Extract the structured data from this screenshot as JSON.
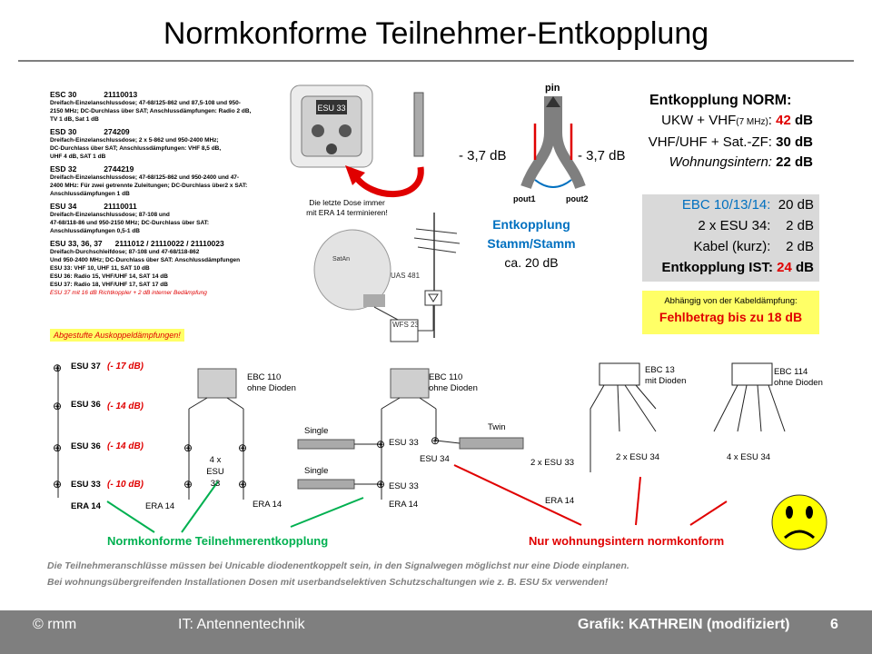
{
  "title": "Normkonforme Teilnehmer-Entkopplung",
  "specs": [
    {
      "name": "ESC 30",
      "code": "21110013",
      "lines": [
        "Dreifach-Einzelanschlussdose; 47-68/125-862 und 87,5-108 und 950-",
        "2150 MHz; DC-Durchlass über SAT; Anschlussdämpfungen: Radio 2 dB,",
        "TV 1 dB, Sat 1 dB"
      ]
    },
    {
      "name": "ESD 30",
      "code": "274209",
      "lines": [
        "Dreifach-Einzelanschlussdose;  2 x 5-862 und 950-2400 MHz;",
        "DC-Durchlass über SAT; Anschlussdämpfungen:  VHF 8,5 dB,",
        "UHF 4 dB, SAT 1 dB"
      ]
    },
    {
      "name": "ESD 32",
      "code": "2744219",
      "lines": [
        "Dreifach-Einzelanschlussdose; 47-68/125-862 und 950-2400 und 47-",
        "2400 MHz: Für zwei getrennte Zuleitungen; DC-Durchlass über2 x SAT:",
        "Anschlussdämpfungen  1 dB"
      ]
    },
    {
      "name": "ESU 34",
      "code": "21110011",
      "lines": [
        "Dreifach-Einzelanschlussdose;  87-108 und",
        "47-68/118-86 und 950-2150 MHz; DC-Durchlass über SAT:",
        "Anschlussdämpfungen 0,5-1 dB"
      ]
    }
  ],
  "spec_esu": {
    "name": "ESU 33, 36, 37",
    "code": "2111012 / 21110022 / 21110023",
    "lines": [
      "Dreifach-Durchschleifdose;  87-108 und 47-68/118-862",
      "Und 950-2400 MHz; DC-Durchlass über SAT: Anschlussdämpfungen",
      "ESU 33: VHF 10, UHF 11, SAT 10 dB",
      "ESU 36: Radio 15, VHF/UHF 14, SAT 14 dB",
      "ESU 37: Radio 18, VHF/UHF 17, SAT 17 dB"
    ],
    "note": "ESU 37 mit 16 dB Richtkoppler  + 2 dB interner Bedämpfung"
  },
  "abgestuft": "Abgestufte Auskoppeldämpfungen!",
  "dose_note": [
    "Die letzte Dose immer",
    "mit ERA 14  terminieren!"
  ],
  "dose_label": "ESU 33",
  "uas_label": "UAS 481",
  "wfs_label": "WFS 23",
  "sat_brand": "SatAn",
  "p_in": "pin",
  "p_out1": "pout1",
  "p_out2": "pout2",
  "split_left": "- 3,7 dB",
  "split_right": "- 3,7 dB",
  "stamm": [
    "Entkopplung",
    "Stamm/Stamm",
    "ca. 20 dB"
  ],
  "norm": {
    "title": "Entkopplung NORM:",
    "ukw_label": "UKW + VHF",
    "ukw_sub": "(7 MHz)",
    "ukw_value": "42",
    "vhf_label": "VHF/UHF + Sat.-ZF:",
    "vhf_value": "30 dB",
    "wohn_label": "Wohnungsintern:",
    "wohn_value": "22 dB",
    "unit": "dB"
  },
  "ist": {
    "rows": [
      {
        "label": "EBC 10/13/14:",
        "value": "20 dB"
      },
      {
        "label": "2 x ESU 34:",
        "value": "2 dB"
      },
      {
        "label": "Kabel (kurz):",
        "value": "2 dB"
      }
    ],
    "total_label": "Entkopplung IST:",
    "total_value": "24",
    "unit": "dB"
  },
  "fehl": {
    "small": "Abhängig von der Kabeldämpfung:",
    "big": "Fehlbetrag bis zu 18 dB"
  },
  "chain": [
    {
      "label": "ESU 37",
      "loss": "(- 17 dB)"
    },
    {
      "label": "ESU 36",
      "loss": "(- 14 dB)"
    },
    {
      "label": "ESU 36",
      "loss": "(- 14 dB)"
    },
    {
      "label": "ESU 33",
      "loss": "(- 10 dB)"
    }
  ],
  "era": "ERA 14",
  "ebc110": [
    "EBC 110",
    "ohne Dioden"
  ],
  "ebc13": [
    "EBC 13",
    "mit Dioden"
  ],
  "ebc114": [
    "EBC 114",
    "ohne Dioden"
  ],
  "four_esu33": [
    "4 x",
    "ESU 33"
  ],
  "single": "Single",
  "twin": "Twin",
  "esu33": "ESU 33",
  "esu34": "ESU 34",
  "two_esu33": "2 x ESU 33",
  "two_esu34": "2 x ESU 34",
  "four_esu34": "4 x ESU 34",
  "normkonform": "Normkonforme Teilnehmerentkopplung",
  "wohnintern": "Nur wohnungsintern normkonform",
  "note": [
    "Die Teilnehmeranschlüsse müssen bei Unicable diodenentkoppelt sein, in den Signalwegen möglichst nur eine Diode einplanen.",
    "Bei wohnungsübergreifenden  Installationen Dosen mit userbandselektiven Schutzschaltungen  wie z. B. ESU 5x verwenden!"
  ],
  "footer": {
    "left": "© rmm",
    "mid": "IT: Antennentechnik",
    "right": "Grafik: KATHREIN (modifiziert)",
    "page": "6"
  },
  "colors": {
    "red": "#e00000",
    "green": "#00b050",
    "blue": "#0070c0",
    "grey_box": "#d9d9d9",
    "yellow_box": "#ffff66",
    "smiley": "#ffff00"
  }
}
